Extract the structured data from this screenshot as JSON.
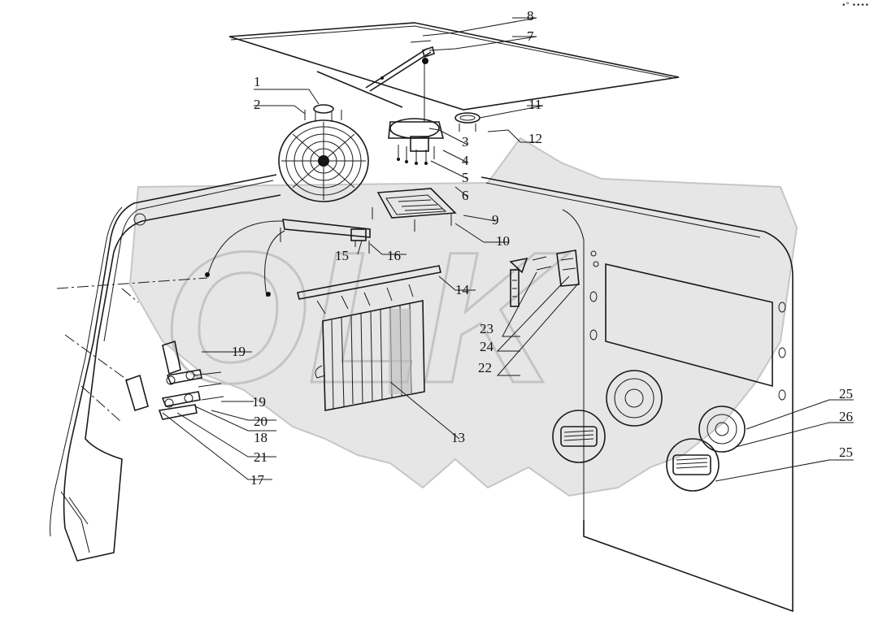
{
  "watermark": "OLK",
  "corner_mark": "•° ••••",
  "callouts": [
    {
      "id": "c1",
      "label": "1"
    },
    {
      "id": "c2",
      "label": "2"
    },
    {
      "id": "c3",
      "label": "3"
    },
    {
      "id": "c4",
      "label": "4"
    },
    {
      "id": "c5",
      "label": "5"
    },
    {
      "id": "c6",
      "label": "6"
    },
    {
      "id": "c7",
      "label": "7"
    },
    {
      "id": "c8",
      "label": "8"
    },
    {
      "id": "c9",
      "label": "9"
    },
    {
      "id": "c10",
      "label": "10"
    },
    {
      "id": "c11",
      "label": "11"
    },
    {
      "id": "c12",
      "label": "12"
    },
    {
      "id": "c13",
      "label": "13"
    },
    {
      "id": "c14",
      "label": "14"
    },
    {
      "id": "c15",
      "label": "15"
    },
    {
      "id": "c16",
      "label": "16"
    },
    {
      "id": "c17",
      "label": "17"
    },
    {
      "id": "c18",
      "label": "18"
    },
    {
      "id": "c19a",
      "label": "19"
    },
    {
      "id": "c19b",
      "label": "19"
    },
    {
      "id": "c20",
      "label": "20"
    },
    {
      "id": "c21",
      "label": "21"
    },
    {
      "id": "c22",
      "label": "22"
    },
    {
      "id": "c23",
      "label": "23"
    },
    {
      "id": "c24",
      "label": "24"
    },
    {
      "id": "c25a",
      "label": "25"
    },
    {
      "id": "c25b",
      "label": "25"
    },
    {
      "id": "c26",
      "label": "26"
    }
  ]
}
